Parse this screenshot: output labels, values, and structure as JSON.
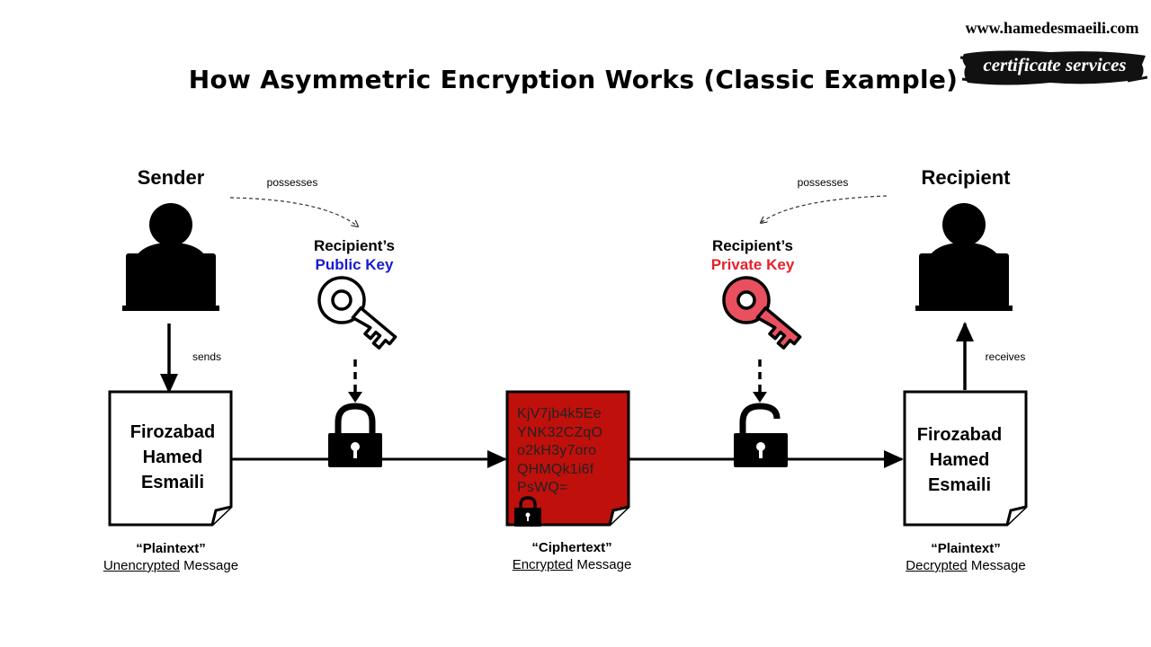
{
  "title": "How Asymmetric Encryption Works (Classic Example)",
  "branding": {
    "site": "www.hamedesmaeili.com",
    "tagline": "certificate services"
  },
  "sender": {
    "label": "Sender",
    "possesses": "possesses",
    "action": "sends"
  },
  "recipient": {
    "label": "Recipient",
    "possesses": "possesses",
    "action": "receives"
  },
  "public_key": {
    "owner": "Recipient’s",
    "name": "Public Key",
    "color": "#1a1ad4"
  },
  "private_key": {
    "owner": "Recipient’s",
    "name": "Private Key",
    "color": "#e8202b"
  },
  "plaintext_left": {
    "lines": [
      "Firozabad",
      "Hamed",
      "Esmaili"
    ],
    "title": "“Plaintext”",
    "state": "Unencrypted",
    "suffix": " Message"
  },
  "ciphertext": {
    "lines": [
      "KjV7jb4k5Ee",
      "YNK32CZqO",
      "o2kH3y7oro",
      "QHMQk1i6f",
      "PsWQ="
    ],
    "title": "“Ciphertext”",
    "state": "Encrypted",
    "suffix": " Message",
    "color": "#c0100c"
  },
  "plaintext_right": {
    "lines": [
      "Firozabad",
      "Hamed",
      "Esmaili"
    ],
    "title": "“Plaintext”",
    "state": "Decrypted",
    "suffix": " Message"
  },
  "colors": {
    "public_key_fill": "#ffffff",
    "private_key_fill": "#e8505f"
  }
}
